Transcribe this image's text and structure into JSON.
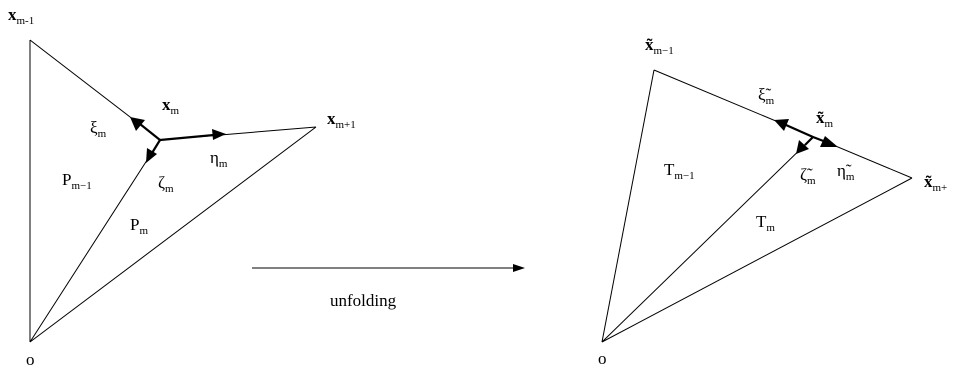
{
  "left_figure": {
    "vertex_top": {
      "base": "x",
      "sub": "m-1"
    },
    "vertex_right": {
      "base": "x",
      "sub": "m+1"
    },
    "vertex_center": {
      "base": "x",
      "sub": "m"
    },
    "origin": "o",
    "xi": {
      "base": "ξ",
      "sub": "m"
    },
    "eta": {
      "base": "η",
      "sub": "m"
    },
    "zeta": {
      "base": "ζ",
      "sub": "m"
    },
    "region_upper": {
      "base": "P",
      "sub": "m−1"
    },
    "region_lower": {
      "base": "P",
      "sub": "m"
    }
  },
  "middle": {
    "label": "unfolding"
  },
  "right_figure": {
    "vertex_top": {
      "base": "x̃",
      "sub": "m−1"
    },
    "vertex_right": {
      "base": "x̃",
      "sub": "m+"
    },
    "vertex_center": {
      "base": "x̃",
      "sub": "m"
    },
    "origin": "o",
    "xi": {
      "base": "ξ̃",
      "sub": "m"
    },
    "eta": {
      "base": "η̃",
      "sub": "m"
    },
    "zeta": {
      "base": "ζ̃",
      "sub": "m"
    },
    "region_upper": {
      "base": "T",
      "sub": "m−1"
    },
    "region_lower": {
      "base": "T",
      "sub": "m"
    }
  }
}
